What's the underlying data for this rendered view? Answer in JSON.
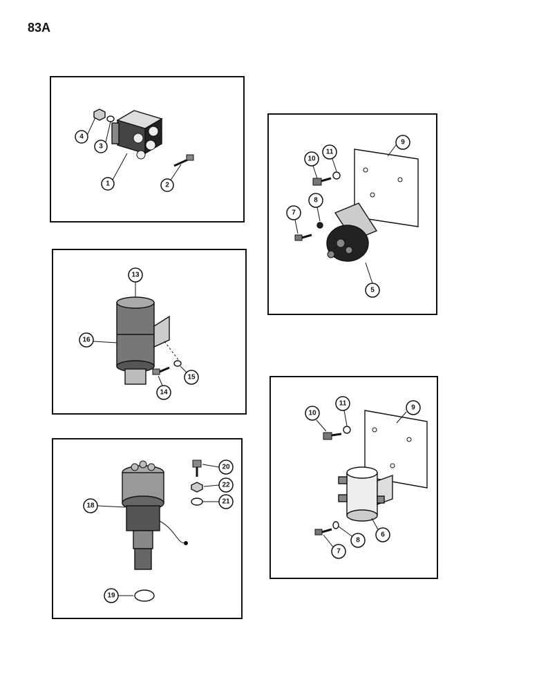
{
  "page": {
    "number": "83A"
  },
  "panels": [
    {
      "id": "relay",
      "callouts": [
        "1",
        "2",
        "3",
        "4"
      ]
    },
    {
      "id": "coil",
      "callouts": [
        "13",
        "14",
        "15",
        "16"
      ]
    },
    {
      "id": "distributor",
      "callouts": [
        "18",
        "19",
        "20",
        "21",
        "22"
      ]
    },
    {
      "id": "solenoid-5",
      "callouts": [
        "5",
        "7",
        "8",
        "9",
        "10",
        "11"
      ]
    },
    {
      "id": "solenoid-6",
      "callouts": [
        "6",
        "7",
        "8",
        "9",
        "10",
        "11"
      ]
    }
  ]
}
